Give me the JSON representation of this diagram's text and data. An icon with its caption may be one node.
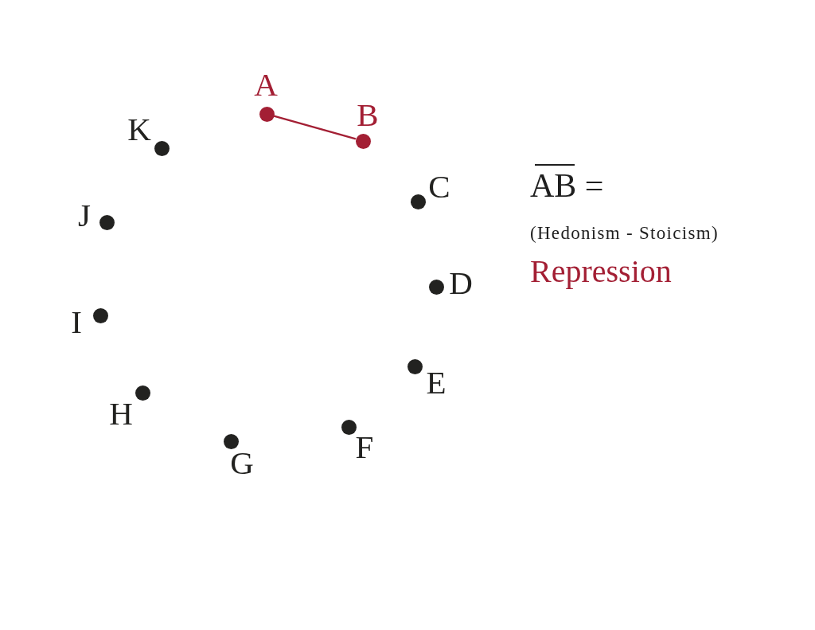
{
  "diagram": {
    "nodes": [
      {
        "text": [],
        "shape": "circle",
        "beside": [
          "A"
        ]
      },
      {
        "text": [],
        "shape": "circle",
        "beside": [
          "B"
        ]
      },
      {
        "text": [],
        "shape": "circle",
        "beside": [
          "C"
        ]
      },
      {
        "text": [],
        "shape": "circle",
        "beside": [
          "D"
        ]
      },
      {
        "text": [],
        "shape": "circle",
        "beside": [
          "E"
        ]
      },
      {
        "text": [],
        "shape": "circle",
        "beside": [
          "F"
        ]
      },
      {
        "text": [],
        "shape": "circle",
        "beside": [
          "G"
        ]
      },
      {
        "text": [],
        "shape": "circle",
        "beside": [
          "H"
        ]
      },
      {
        "text": [],
        "shape": "circle",
        "beside": [
          "I"
        ]
      },
      {
        "text": [],
        "shape": "circle",
        "beside": [
          "J"
        ]
      },
      {
        "text": [],
        "shape": "circle",
        "beside": [
          "K"
        ]
      }
    ],
    "edges": [
      {
        "from": 0,
        "to": 1,
        "arrow": "none",
        "color": "#a31f34"
      }
    ],
    "labels": [
      "AB =",
      "(Hedonism - Stoicism)",
      "Repression"
    ]
  }
}
